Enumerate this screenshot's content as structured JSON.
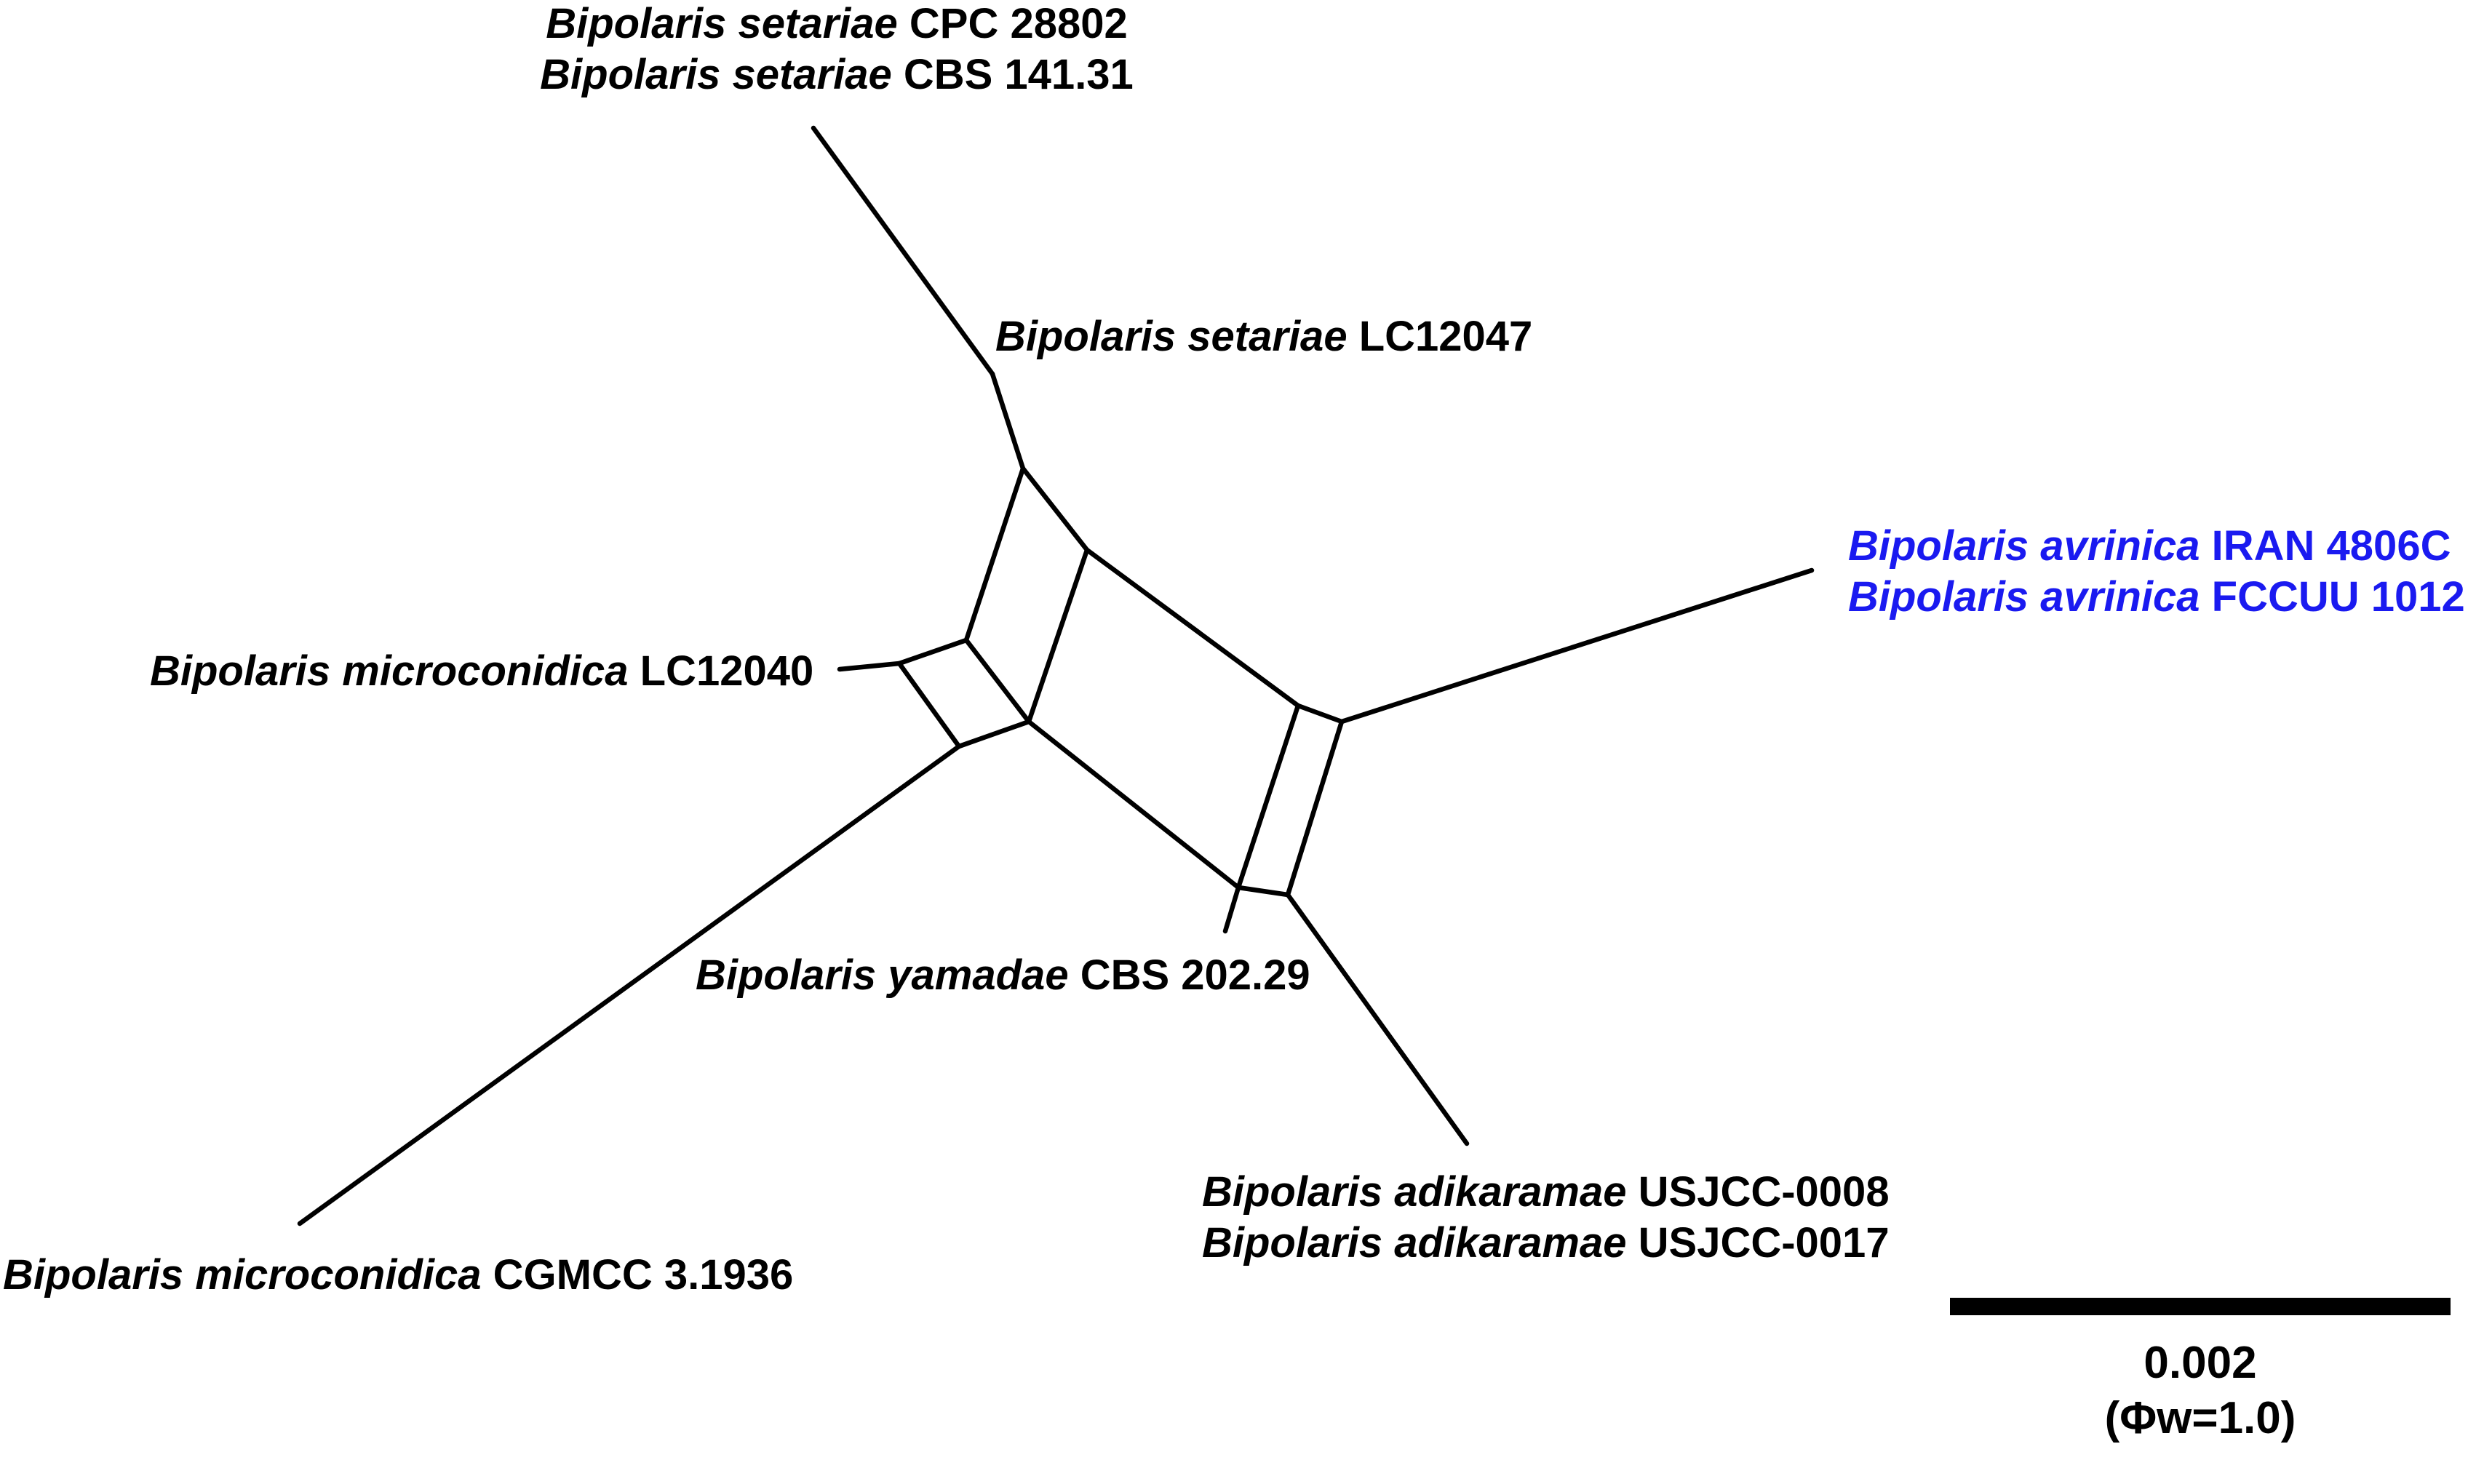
{
  "network": {
    "taxa": {
      "setariae_cpc_cbs": [
        {
          "genus": "Bipolaris setariae",
          "strain": "CPC 28802"
        },
        {
          "genus": "Bipolaris setariae",
          "strain": "CBS 141.31"
        }
      ],
      "setariae_lc": [
        {
          "genus": "Bipolaris setariae",
          "strain": "LC12047"
        }
      ],
      "avrinica": [
        {
          "genus": "Bipolaris avrinica",
          "strain": "IRAN 4806C"
        },
        {
          "genus": "Bipolaris avrinica",
          "strain": "FCCUU 1012"
        }
      ],
      "microconidica_lc": [
        {
          "genus": "Bipolaris microconidica",
          "strain": "LC12040"
        }
      ],
      "yamadae": [
        {
          "genus": "Bipolaris yamadae",
          "strain": "CBS 202.29"
        }
      ],
      "adikaramae": [
        {
          "genus": "Bipolaris adikaramae",
          "strain": "USJCC-0008"
        },
        {
          "genus": "Bipolaris adikaramae",
          "strain": "USJCC-0017"
        }
      ],
      "microconidica_cgmcc": [
        {
          "genus": "Bipolaris microconidica",
          "strain": "CGMCC 3.1936"
        }
      ]
    },
    "highlight_color": "#1a1af0"
  },
  "scale": {
    "value": "0.002",
    "phi": "(Φw=1.0)"
  }
}
